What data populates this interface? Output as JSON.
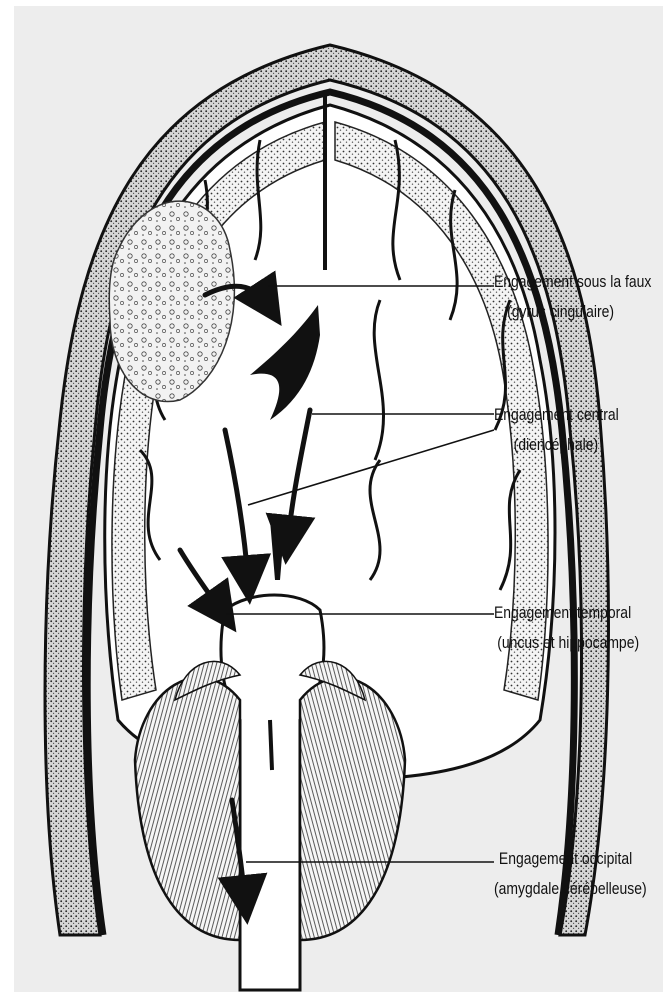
{
  "colors": {
    "background": "#ededed",
    "ink": "#111111",
    "skull_fill": "#d8d8d8",
    "brain_fill": "#ffffff"
  },
  "labels": [
    {
      "line1": "Engagement sous la faux",
      "line2": "(gyrus cingulaire)"
    },
    {
      "line1": "Engagement central",
      "line2": "(diencéphale)"
    },
    {
      "line1": "Engagement temporal",
      "line2": "(uncus et hippocampe)"
    },
    {
      "line1": "Engagement occipital",
      "line2": "(amygdale cérébelleuse)"
    }
  ]
}
